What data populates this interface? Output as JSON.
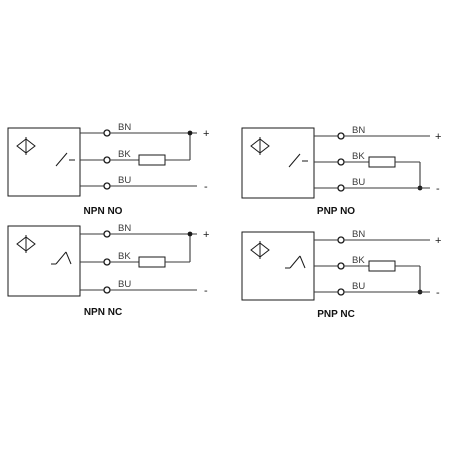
{
  "diagrams": [
    {
      "title": "NPN NO",
      "wires": [
        "BN",
        "BK",
        "BU"
      ],
      "plus": "+",
      "minus": "-"
    },
    {
      "title": "PNP NO",
      "wires": [
        "BN",
        "BK",
        "BU"
      ],
      "plus": "+",
      "minus": "-"
    },
    {
      "title": "NPN NC",
      "wires": [
        "BN",
        "BK",
        "BU"
      ],
      "plus": "+",
      "minus": "-"
    },
    {
      "title": "PNP NC",
      "wires": [
        "BN",
        "BK",
        "BU"
      ],
      "plus": "+",
      "minus": "-"
    }
  ]
}
